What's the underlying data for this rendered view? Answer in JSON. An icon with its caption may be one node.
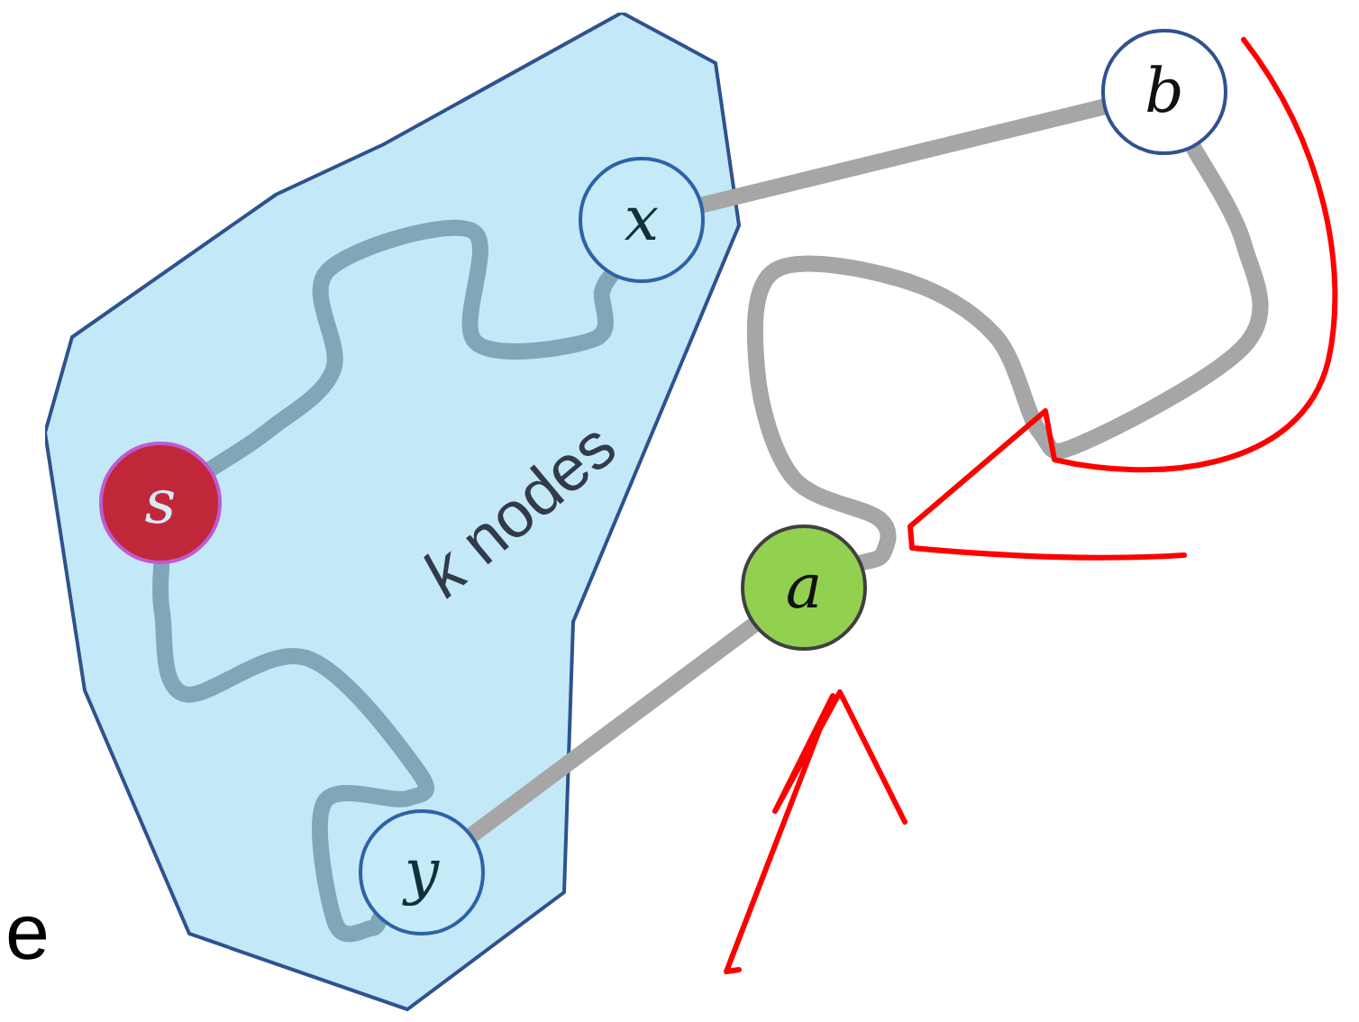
{
  "diagram": {
    "nodes": [
      {
        "text": [
          "*k* nodes"
        ]
      },
      {
        "text": [
          "s"
        ],
        "in": 0
      },
      {
        "text": [
          "x"
        ],
        "in": 0
      },
      {
        "text": [
          "y"
        ],
        "in": 0
      },
      {
        "text": [
          "a"
        ]
      },
      {
        "text": [
          "b"
        ]
      }
    ],
    "edges": [
      {
        "from": 1,
        "to": 2,
        "arrow": "none",
        "color": "#7fa7b8"
      },
      {
        "from": 1,
        "to": 3,
        "arrow": "none",
        "color": "#7fa7b8"
      },
      {
        "from": 2,
        "to": 5,
        "arrow": "none"
      },
      {
        "from": 3,
        "to": 4,
        "arrow": "none"
      },
      {
        "from": 5,
        "to": 4,
        "arrow": "none"
      }
    ],
    "labels": [
      "e"
    ]
  }
}
